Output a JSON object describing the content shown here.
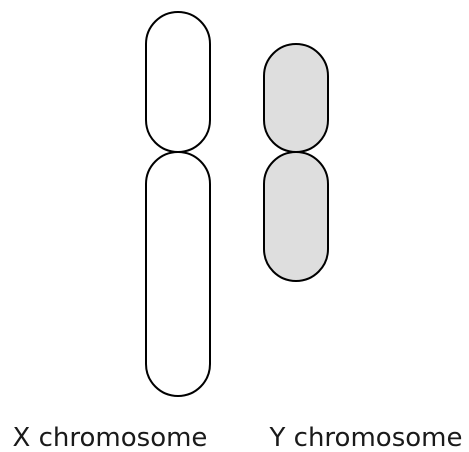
{
  "colors": {
    "x_fill": "#ffffff",
    "y_fill": "#dedede",
    "outline": "#000000"
  },
  "chromosomes": [
    {
      "label": "X chromosome",
      "fill": "#ffffff",
      "arms": [
        "short-arm",
        "long-arm"
      ]
    },
    {
      "label": "Y chromosome",
      "fill": "#dedede",
      "arms": [
        "short-arm",
        "long-arm"
      ]
    }
  ]
}
